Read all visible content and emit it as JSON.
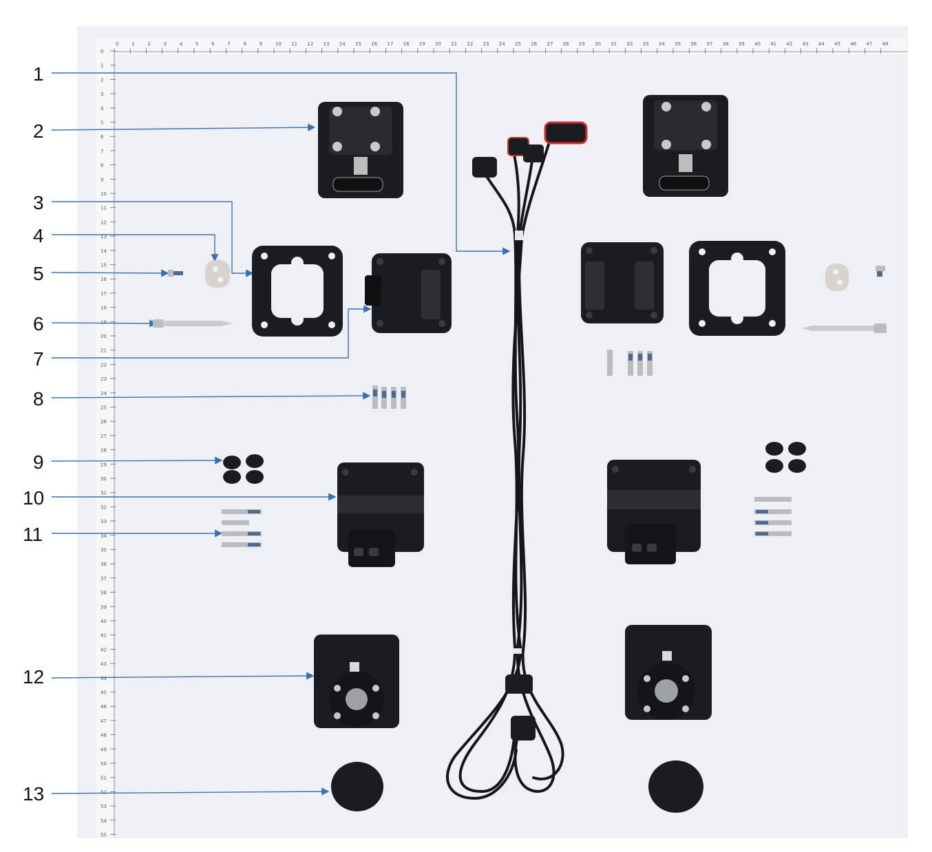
{
  "callouts": [
    "1",
    "2",
    "3",
    "4",
    "5",
    "6",
    "7",
    "8",
    "9",
    "10",
    "11",
    "12",
    "13"
  ],
  "ruler": {
    "top_ticks": [
      "0",
      "1",
      "2",
      "3",
      "4",
      "5",
      "6",
      "7",
      "8",
      "9",
      "10",
      "11",
      "12",
      "13",
      "14",
      "15",
      "16",
      "17",
      "18",
      "19",
      "20",
      "21",
      "22",
      "23",
      "24",
      "25",
      "26",
      "27",
      "28",
      "29",
      "30",
      "31",
      "32",
      "33",
      "34",
      "35",
      "36",
      "37",
      "38",
      "39",
      "40",
      "41",
      "42",
      "43",
      "44",
      "45",
      "46",
      "47",
      "48"
    ],
    "left_ticks": [
      "0",
      "1",
      "2",
      "3",
      "4",
      "5",
      "6",
      "7",
      "8",
      "9",
      "10",
      "11",
      "12",
      "13",
      "14",
      "15",
      "16",
      "17",
      "18",
      "19",
      "20",
      "21",
      "22",
      "23",
      "24",
      "25",
      "26",
      "27",
      "28",
      "29",
      "30",
      "31",
      "32",
      "33",
      "34",
      "35",
      "36",
      "37",
      "38",
      "39",
      "40",
      "41",
      "42",
      "43",
      "44",
      "45",
      "46",
      "47",
      "48",
      "49",
      "50",
      "51",
      "52",
      "53",
      "54",
      "55"
    ]
  },
  "colors": {
    "leader_line": "#3a6fb0",
    "parts": "#1b1c1f",
    "board": "#eef0f3"
  }
}
